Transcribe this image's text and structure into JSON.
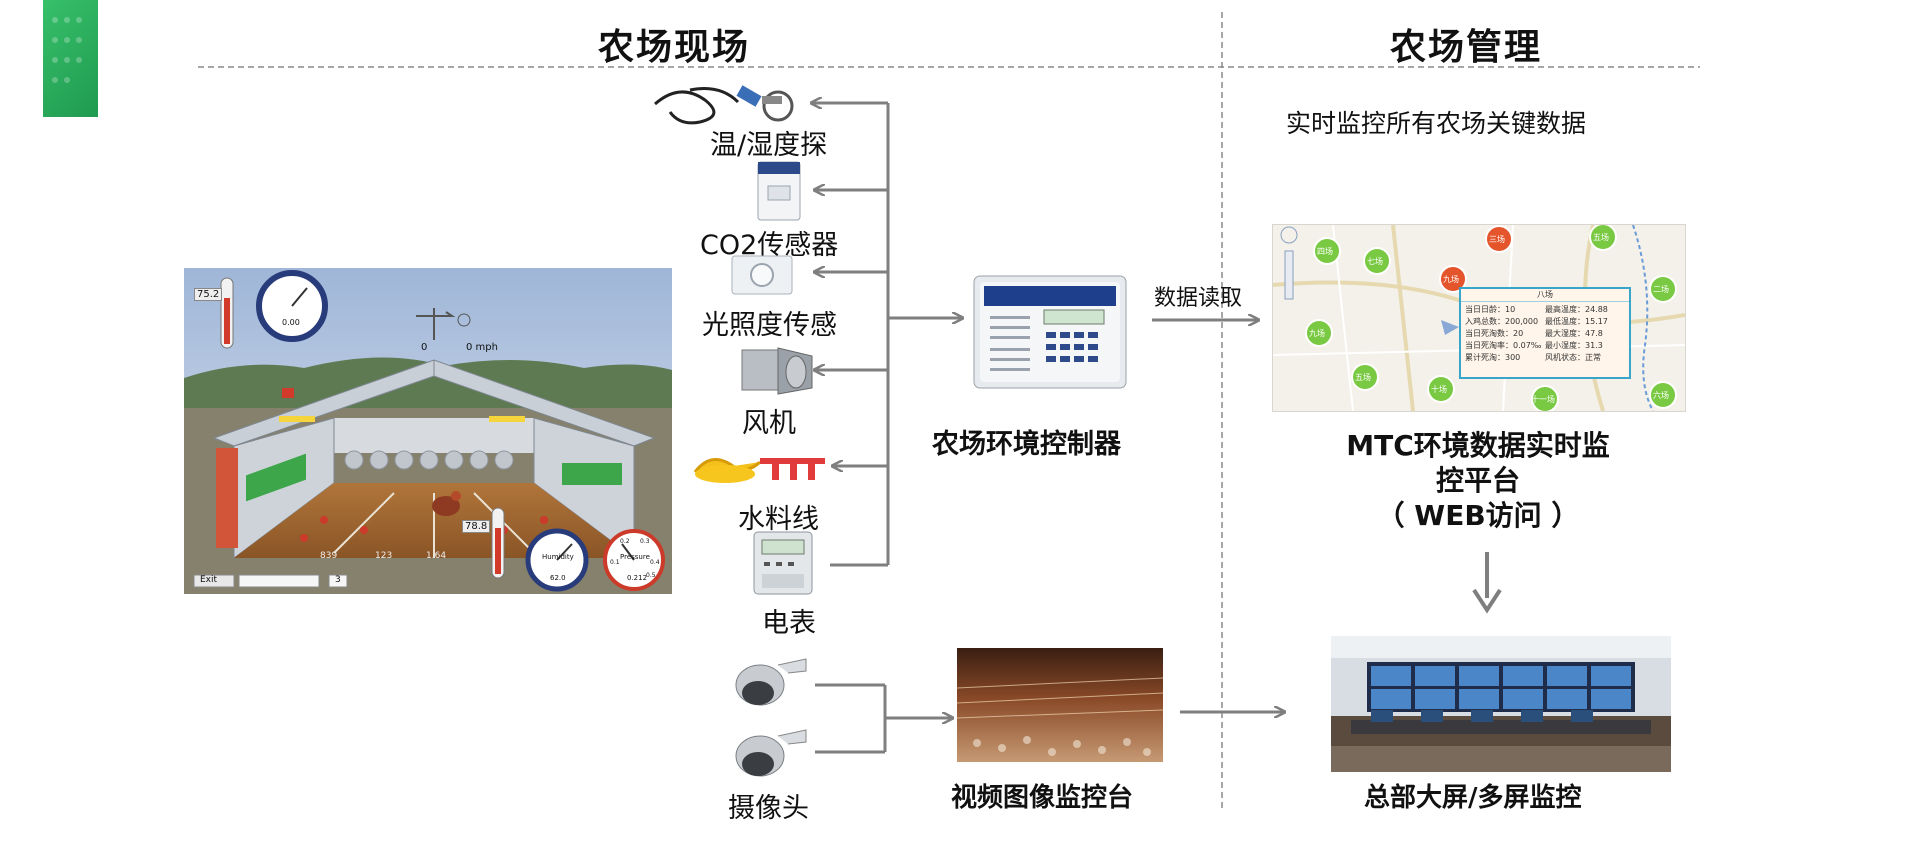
{
  "sections": {
    "farm_site": "农场现场",
    "farm_management": "农场管理"
  },
  "sensors": [
    {
      "label": "温/湿度探",
      "icon": "temperature-humidity-probe-icon"
    },
    {
      "label": "CO2传感器",
      "icon": "co2-sensor-icon"
    },
    {
      "label": "光照度传感",
      "icon": "light-sensor-icon"
    },
    {
      "label": "风机",
      "icon": "fan-icon"
    },
    {
      "label": "水料线",
      "icon": "water-feed-line-icon"
    },
    {
      "label": "电表",
      "icon": "electric-meter-icon"
    }
  ],
  "camera_label": "摄像头",
  "controller_label": "农场环境控制器",
  "data_read_label": "数据读取",
  "video_platform_label": "视频图像监控台",
  "monitor_subtitle": "实时监控所有农场关键数据",
  "mtc_platform": {
    "line1": "MTC环境数据实时监",
    "line2": "控平台",
    "line3": "（ WEB访问 ）"
  },
  "hq_screen_label": "总部大屏/多屏监控",
  "house_sim": {
    "temp_outside": "75.2",
    "temp_inside": "78.8",
    "wind": "0 mph",
    "wind_zero": "0",
    "readouts": [
      "839",
      "123",
      "1.64"
    ],
    "exit": "Exit",
    "page": "3",
    "humidity_gauge": "Humidity",
    "pressure_gauge": "Pressure",
    "humidity_value": "62.0",
    "pressure_value": "0.212",
    "gauge_top_value": "0.00",
    "pressure_ticks": [
      "0.2",
      "0.3",
      "0.1",
      "0.4",
      "0.5"
    ]
  },
  "map_popup": {
    "title": "八场",
    "rows": [
      [
        "当日日龄：10",
        "最高温度：24.88"
      ],
      [
        "入鸡总数：200,000",
        "最低温度：15.17"
      ],
      [
        "当日死淘数：20",
        "最大湿度：47.8"
      ],
      [
        "当日死淘率：0.07‰",
        "最小湿度：31.3"
      ],
      [
        "累计死淘：300",
        "风机状态：正常"
      ]
    ],
    "pins": [
      "四场",
      "七场",
      "三场",
      "五场",
      "九场",
      "二场",
      "九场",
      "五场",
      "十场",
      "十一场",
      "六场"
    ]
  },
  "colors": {
    "accent_green": "#2fae5e",
    "arrow_gray": "#7f7f7f",
    "divider": "#8a8a8a"
  }
}
